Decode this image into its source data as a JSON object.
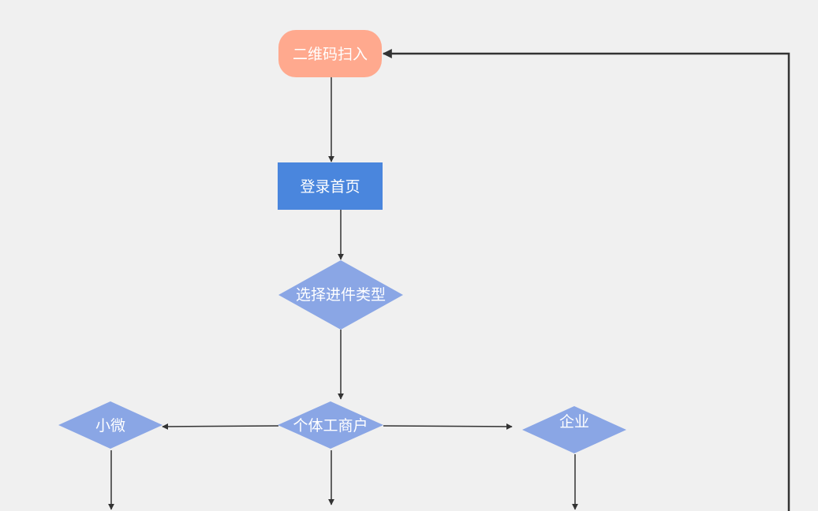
{
  "colors": {
    "background": "#f0f0f0",
    "start_fill": "#ffa98e",
    "process_fill": "#4a86dd",
    "decision_fill": "#8aa6e5",
    "edge": "#333333",
    "label": "#ffffff"
  },
  "nodes": {
    "start": {
      "label": "二维码扫入",
      "shape": "terminal"
    },
    "login": {
      "label": "登录首页",
      "shape": "process"
    },
    "choose": {
      "label": "选择进件类型",
      "shape": "decision"
    },
    "individual": {
      "label": "个体工商户",
      "shape": "decision"
    },
    "micro": {
      "label": "小微",
      "shape": "decision"
    },
    "enterprise": {
      "label": "企业",
      "shape": "decision"
    }
  },
  "edges": [
    {
      "from": "start",
      "to": "login"
    },
    {
      "from": "login",
      "to": "choose"
    },
    {
      "from": "choose",
      "to": "individual"
    },
    {
      "from": "individual",
      "to": "micro"
    },
    {
      "from": "individual",
      "to": "enterprise"
    },
    {
      "from": "micro",
      "to": "offscreen-below"
    },
    {
      "from": "individual",
      "to": "offscreen-below"
    },
    {
      "from": "enterprise",
      "to": "offscreen-below"
    },
    {
      "from": "offscreen-right-loop",
      "to": "start"
    }
  ]
}
